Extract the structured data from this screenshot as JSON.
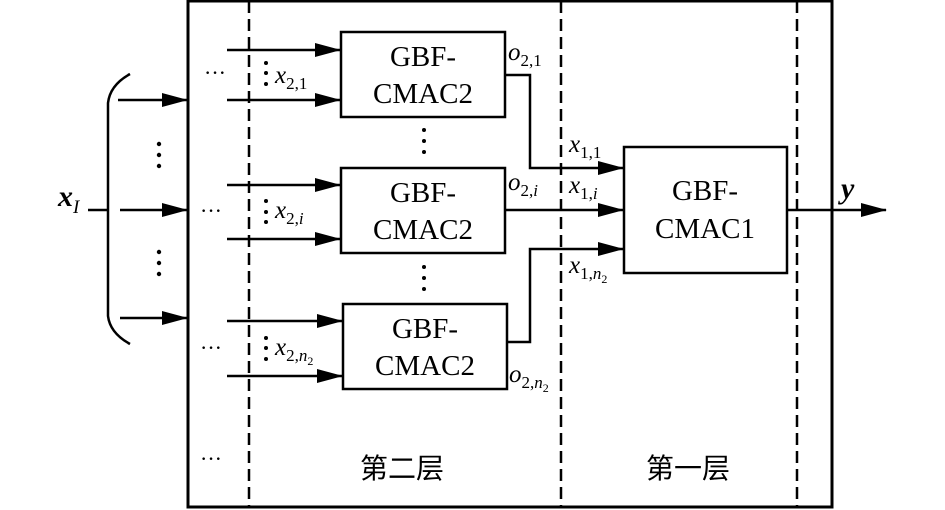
{
  "diagram": {
    "input": {
      "symbol": "x",
      "subscript": "I"
    },
    "output": {
      "symbol": "y"
    },
    "layer2_blocks": [
      {
        "line1": "GBF-",
        "line2": "CMAC2",
        "input_var": "x",
        "input_sub1": "2,",
        "input_sub2": "1",
        "output_var": "o",
        "output_sub1": "2,",
        "output_sub2": "1"
      },
      {
        "line1": "GBF-",
        "line2": "CMAC2",
        "input_var": "x",
        "input_sub1": "2,",
        "input_sub2": "i",
        "output_var": "o",
        "output_sub1": "2,",
        "output_sub2": "i"
      },
      {
        "line1": "GBF-",
        "line2": "CMAC2",
        "input_var": "x",
        "input_sub1": "2,",
        "input_sub2": "n",
        "input_sub3": "2",
        "output_var": "o",
        "output_sub1": "2,",
        "output_sub2": "n",
        "output_sub3": "2"
      }
    ],
    "layer1_block": {
      "line1": "GBF-",
      "line2": "CMAC1"
    },
    "layer1_inputs": [
      {
        "var": "x",
        "sub1": "1,",
        "sub2": "1"
      },
      {
        "var": "x",
        "sub1": "1,",
        "sub2": "i"
      },
      {
        "var": "x",
        "sub1": "1,",
        "sub2": "n",
        "sub3": "2"
      }
    ],
    "ellipsis_h": "···",
    "layer_labels": {
      "layer2": "第二层",
      "layer1": "第一层"
    }
  }
}
